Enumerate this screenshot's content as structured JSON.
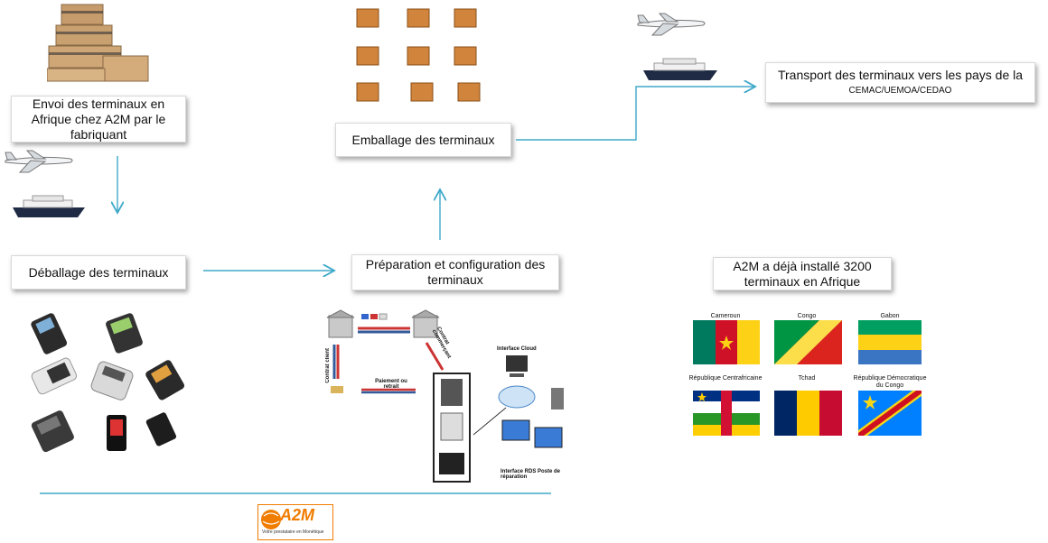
{
  "steps": {
    "envoi": "Envoi des terminaux en Afrique chez A2M par le fabriquant",
    "deballage": "Déballage des terminaux",
    "preparation": "Préparation et configuration des terminaux",
    "emballage": "Emballage des terminaux",
    "transport_main": "Transport des terminaux vers les pays de la",
    "transport_small": "CEMAC/UEMOA/CEDAO",
    "installed": "A2M a déjà installé 3200 terminaux en Afrique"
  },
  "flags": [
    {
      "name": "Cameroun"
    },
    {
      "name": "Congo"
    },
    {
      "name": "Gabon"
    },
    {
      "name": "République Centrafricaine"
    },
    {
      "name": "Tchad"
    },
    {
      "name": "République Démocratique du Congo"
    }
  ],
  "network": {
    "contrat_client": "Contrat client",
    "contrat_commercant": "Contrat commerçant",
    "paiement": "Paiement ou retrait",
    "interface_cloud": "Interface Cloud",
    "interface_rds": "Interface RDS Poste de réparation"
  },
  "logo": {
    "brand": "A2M",
    "tagline": "Votre prestataire en Monétique"
  },
  "colors": {
    "arrow": "#3fa9c9",
    "brand": "#f07c00"
  }
}
